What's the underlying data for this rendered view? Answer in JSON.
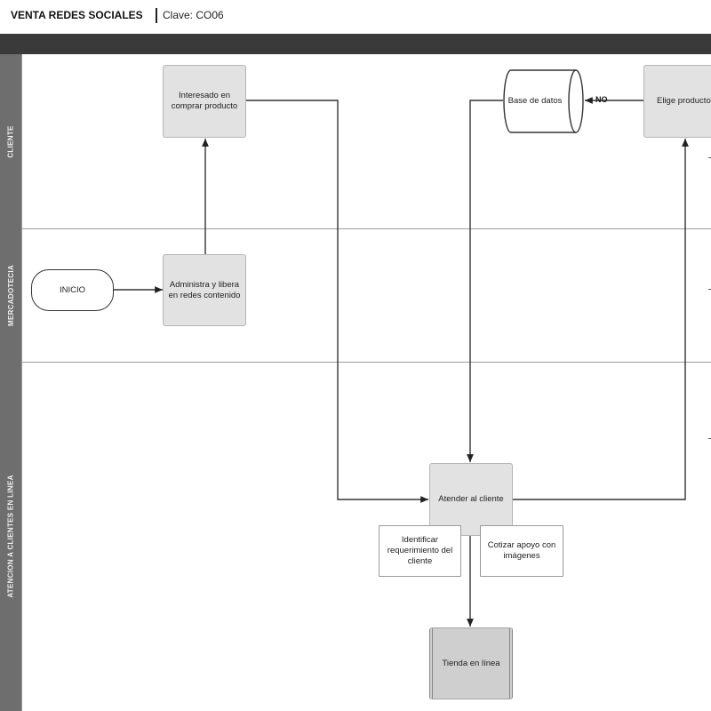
{
  "header": {
    "title": "VENTA REDES SOCIALES",
    "clave": "Clave: CO06"
  },
  "lanes": [
    {
      "label": "CLIENTE"
    },
    {
      "label": "MERCADOTECIA"
    },
    {
      "label": "ATENCION A CLIENTES EN LINEA"
    }
  ],
  "nodes": {
    "inicio": "INICIO",
    "administra": "Administra y libera en redes contenido",
    "interesado": "Interesado en comprar producto",
    "base_datos": "Base de datos",
    "elige": "Elige producto",
    "atender": "Atender al cliente",
    "identificar": "Identificar requerimiento del cliente",
    "cotizar": "Cotizar apoyo con imágenes",
    "tienda": "Tienda en línea"
  },
  "connector_labels": {
    "no": "NO"
  }
}
